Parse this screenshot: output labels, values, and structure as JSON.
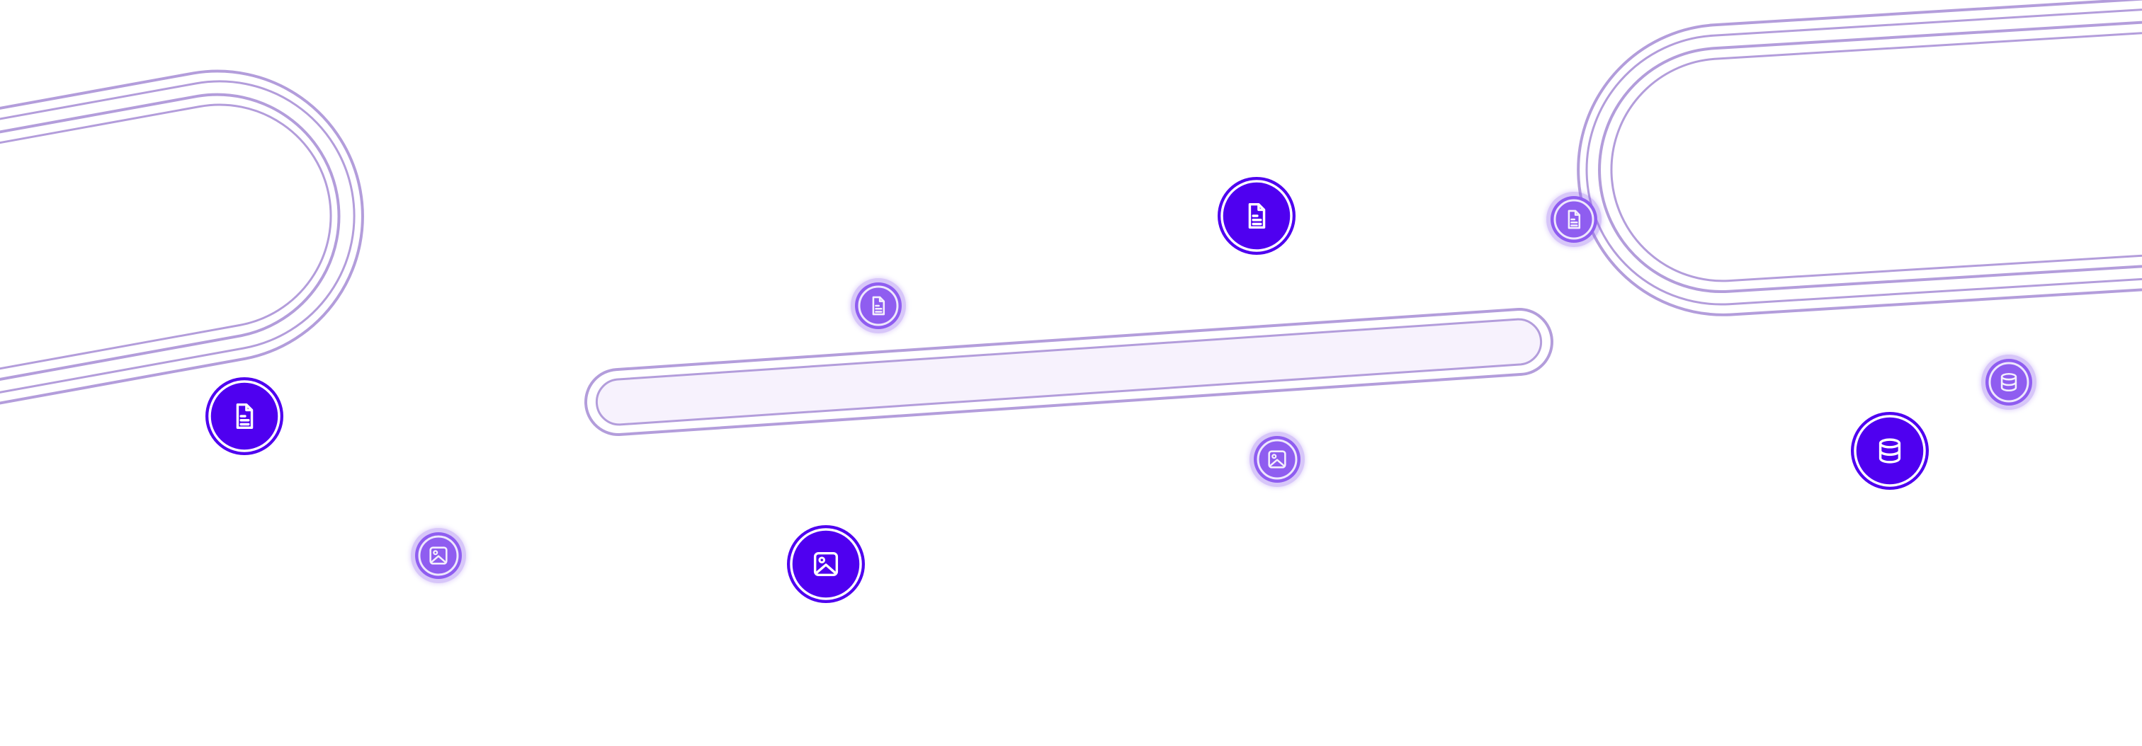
{
  "theme": {
    "background": "#ffffff",
    "outline": "#b39ddb",
    "accent": "#4f00f0",
    "accent_soft": "#8f5df0",
    "bar_fill": "#f7f2fd",
    "icon": "#ffffff"
  },
  "nodes": [
    {
      "name": "document-node-left",
      "icon": "document-icon",
      "style": "solid"
    },
    {
      "name": "image-node-left-faded",
      "icon": "image-icon",
      "style": "faded"
    },
    {
      "name": "document-node-center-faded",
      "icon": "document-icon",
      "style": "faded"
    },
    {
      "name": "image-node-center",
      "icon": "image-icon",
      "style": "solid"
    },
    {
      "name": "document-node-top",
      "icon": "document-icon",
      "style": "solid"
    },
    {
      "name": "image-node-center-faded",
      "icon": "image-icon",
      "style": "faded"
    },
    {
      "name": "document-node-right-faded",
      "icon": "document-icon",
      "style": "faded"
    },
    {
      "name": "database-node-right",
      "icon": "database-icon",
      "style": "solid"
    },
    {
      "name": "database-node-right-faded",
      "icon": "database-icon",
      "style": "faded"
    }
  ]
}
